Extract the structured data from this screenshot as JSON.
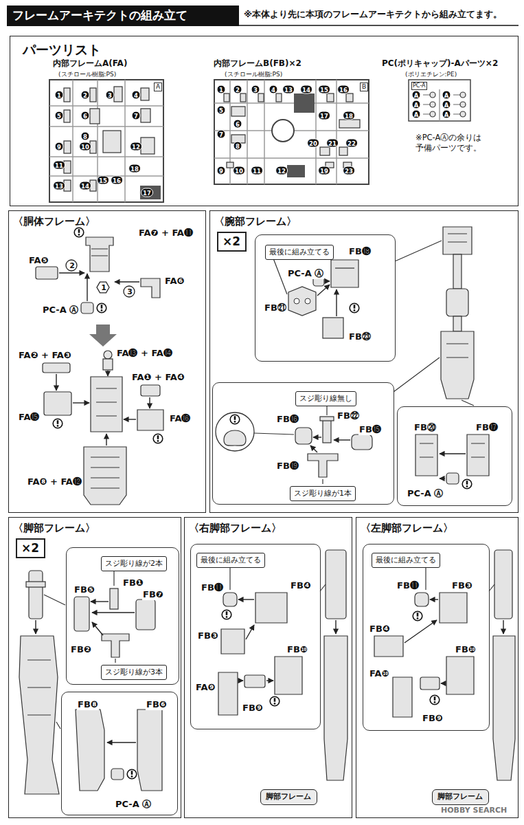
{
  "diagram": {
    "title": "フレームアーキテクトの組み立て",
    "nodes": [
      {
        "text": [
          "パーツリスト",
          "内部フレームA(FA)",
          "(スチロール樹脂:PS)",
          "内部フレームB(FB)×2",
          "(スチロール樹脂:PS)",
          "PC(ポリキャップ)-Aパーツ×2",
          "(ポリエチレン:PE)",
          "※PC-AⒶの余りは 予備パーツです。"
        ]
      },
      {
        "text": [
          "〈胴体フレーム〉",
          "FA❼ + FA⓫",
          "FA❺",
          "FA❻",
          "PC-A Ⓐ",
          "1",
          "2",
          "3",
          "FA❷ + FA❸",
          "FA⓭ + FA⓮",
          "FA❶ + FA❹",
          "FA⓯",
          "FA⓰",
          "FA❽ + FA⓬"
        ]
      },
      {
        "text": [
          "〈腕部フレーム〉"
        ]
      },
      {
        "text": [
          "×2"
        ],
        "in": 2
      },
      {
        "text": [
          "FB⓲",
          "PC-A Ⓐ",
          "FB㉑",
          "FB㉓"
        ],
        "in": 2
      },
      {
        "text": [
          "最後に組み立てる"
        ],
        "in": 4
      },
      {
        "text": [
          "FB⓰",
          "FB㉒",
          "FB⓯",
          "FB⓳"
        ],
        "in": 2
      },
      {
        "text": [
          "スジ彫り線無し"
        ],
        "in": 6
      },
      {
        "text": [
          "スジ彫り線が1本"
        ],
        "in": 6
      },
      {
        "text": [
          "FB⑳",
          "FB⓱",
          "PC-A Ⓐ"
        ],
        "in": 2
      },
      {
        "text": [
          "〈脚部フレーム〉"
        ]
      },
      {
        "text": [
          "×2"
        ],
        "in": 10
      },
      {
        "text": [
          "FB❶",
          "FB❺",
          "FB❼",
          "FB❷"
        ],
        "in": 10
      },
      {
        "text": [
          "スジ彫り線が2本"
        ],
        "in": 12
      },
      {
        "text": [
          "スジ彫り線が3本"
        ],
        "in": 12
      },
      {
        "text": [
          "FB❽",
          "FB❻",
          "PC-A Ⓐ"
        ],
        "in": 10
      },
      {
        "text": [
          "〈右脚部フレーム〉"
        ]
      },
      {
        "text": [
          "FB⓫",
          "FB❹",
          "FB❸",
          "FB❿",
          "FB❾",
          "FA❾"
        ],
        "in": 16
      },
      {
        "text": [
          "最後に組み立てる"
        ],
        "in": 17
      },
      {
        "text": [
          "脚部フレーム"
        ],
        "in": 16
      },
      {
        "text": [
          "〈左脚部フレーム〉"
        ]
      },
      {
        "text": [
          "FB❹",
          "FB⓫",
          "FB❸",
          "FB❿",
          "FA❿",
          "FB❾"
        ],
        "in": 20
      },
      {
        "text": [
          "最後に組み立てる"
        ],
        "in": 21
      },
      {
        "text": [
          "脚部フレーム"
        ],
        "in": 20
      }
    ],
    "labels": [
      "※本体より先に本項のフレームアーキテクトから組み立てます。",
      "A",
      "1",
      "2",
      "3",
      "4",
      "5",
      "6",
      "7",
      "8",
      "9",
      "10",
      "11",
      "12",
      "13",
      "14",
      "15",
      "16",
      "17",
      "18",
      "B",
      "1",
      "2",
      "3",
      "4",
      "5",
      "6",
      "7",
      "8",
      "9",
      "10",
      "11",
      "12",
      "13",
      "14",
      "15",
      "16",
      "17",
      "18",
      "19",
      "20",
      "21",
      "22",
      "23",
      "PC-A",
      "A",
      "A",
      "A",
      "A",
      "A",
      "A",
      "HOBBY SEARCH"
    ]
  }
}
